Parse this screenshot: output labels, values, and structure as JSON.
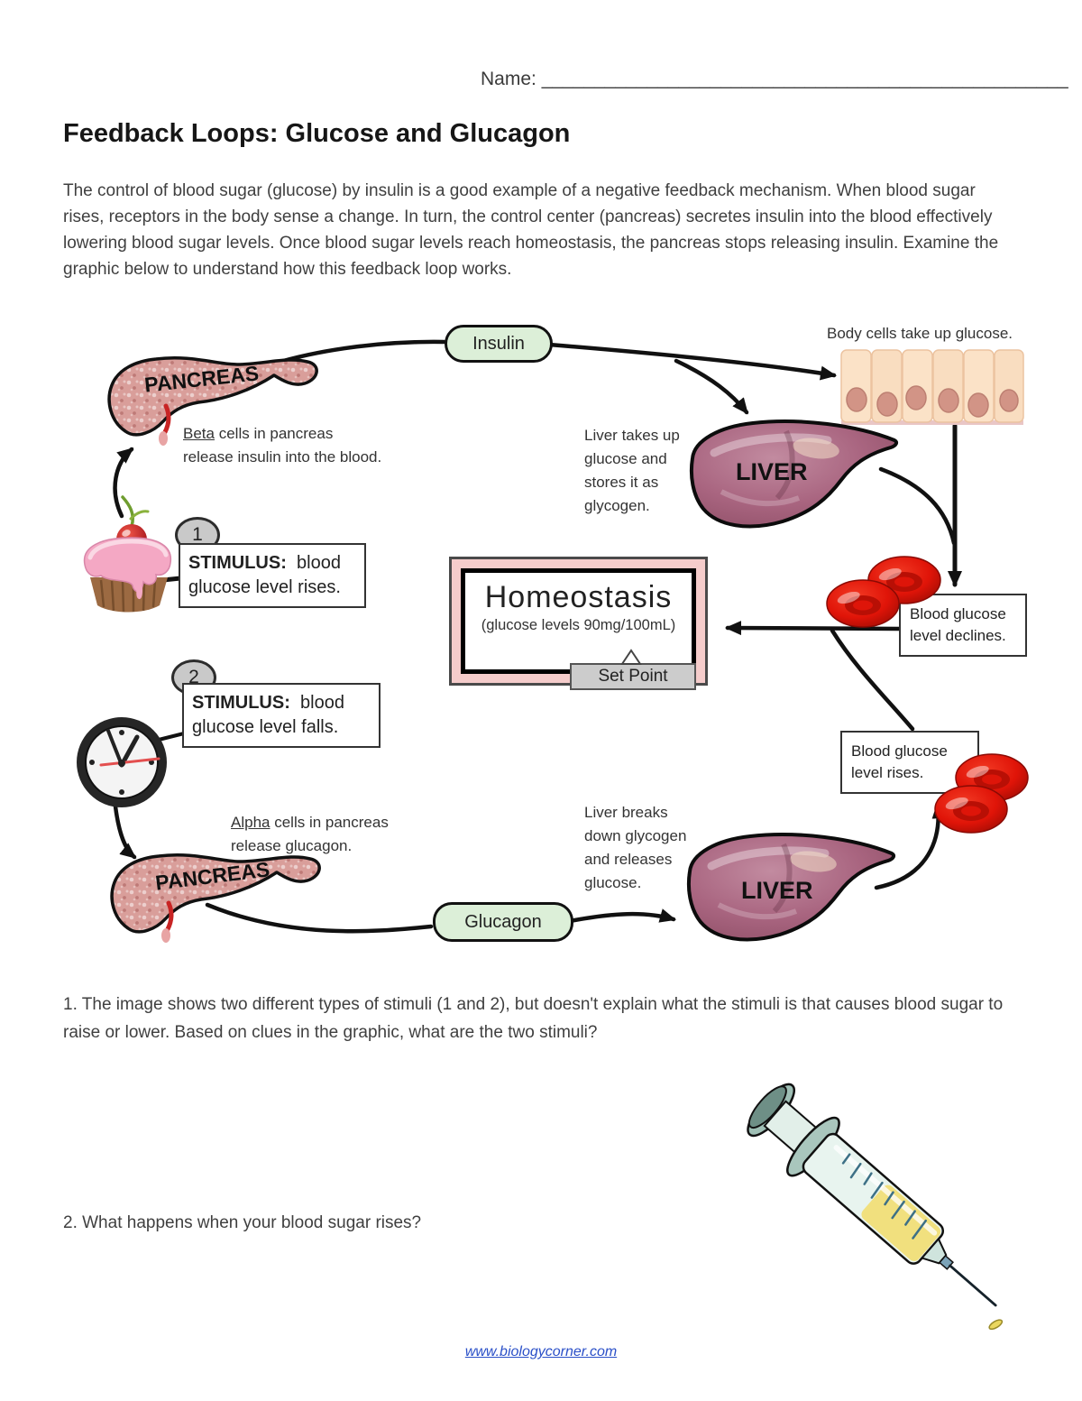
{
  "page": {
    "name_label": "Name:",
    "name_line": "__________________________________________________",
    "title": "Feedback Loops: Glucose and Glucagon",
    "intro": "The control of blood sugar (glucose) by insulin is a good example of a negative feedback mechanism. When blood sugar rises, receptors in the body sense a change. In turn, the control center (pancreas) secretes insulin into the blood effectively lowering blood sugar levels. Once blood sugar levels reach homeostasis, the pancreas stops releasing insulin. Examine the graphic below to understand how this feedback loop works.",
    "question1": "1. The image shows two different types of stimuli (1 and 2), but doesn't explain what the stimuli is that causes blood sugar to raise or lower. Based on clues in the graphic, what are the two stimuli?",
    "question2": "2. What happens when your blood sugar rises?",
    "footer_link": "www.biologycorner.com"
  },
  "diagram": {
    "hormone_insulin": "Insulin",
    "hormone_glucagon": "Glucagon",
    "pancreas_top": "PANCREAS",
    "pancreas_bottom": "PANCREAS",
    "liver_top": "LIVER",
    "liver_bottom": "LIVER",
    "body_cells_caption": "Body cells take up glucose.",
    "beta": {
      "term": "Beta",
      "line1_rest": " cells in pancreas",
      "line2": "release insulin into the blood."
    },
    "alpha": {
      "term": "Alpha",
      "line1_rest": " cells in pancreas",
      "line2": "release glucagon."
    },
    "liver_takes_up": {
      "line1": "Liver takes up",
      "line2": "glucose and",
      "line3": "stores it as",
      "line4": "glycogen."
    },
    "liver_breaks_down": {
      "line1": "Liver breaks",
      "line2": "down glycogen",
      "line3": "and releases",
      "line4": "glucose."
    },
    "stimulus1": {
      "number": "1",
      "keyword": "STIMULUS:",
      "text": "  blood glucose level rises."
    },
    "stimulus2": {
      "number": "2",
      "keyword": "STIMULUS:",
      "text": "  blood glucose level falls."
    },
    "homeostasis": {
      "title": "Homeostasis",
      "subtitle": "(glucose levels 90mg/100mL)",
      "set_point": "Set Point"
    },
    "glucose_declines": "Blood glucose level declines.",
    "glucose_rises": "Blood glucose level rises.",
    "icons": {
      "stimulus1_image": "cupcake",
      "stimulus2_image": "clock",
      "hormone_image": "syringe",
      "blood_image": "red-blood-cells"
    },
    "colors": {
      "hormone_pill_green": "#dcefd8",
      "homeostasis_band_pink": "#f5cccb",
      "set_point_gray": "#cccccc",
      "stimulus_badge_gray": "#c9c9c9",
      "blood_red": "#e01408",
      "link_blue": "#2b50c8"
    }
  }
}
